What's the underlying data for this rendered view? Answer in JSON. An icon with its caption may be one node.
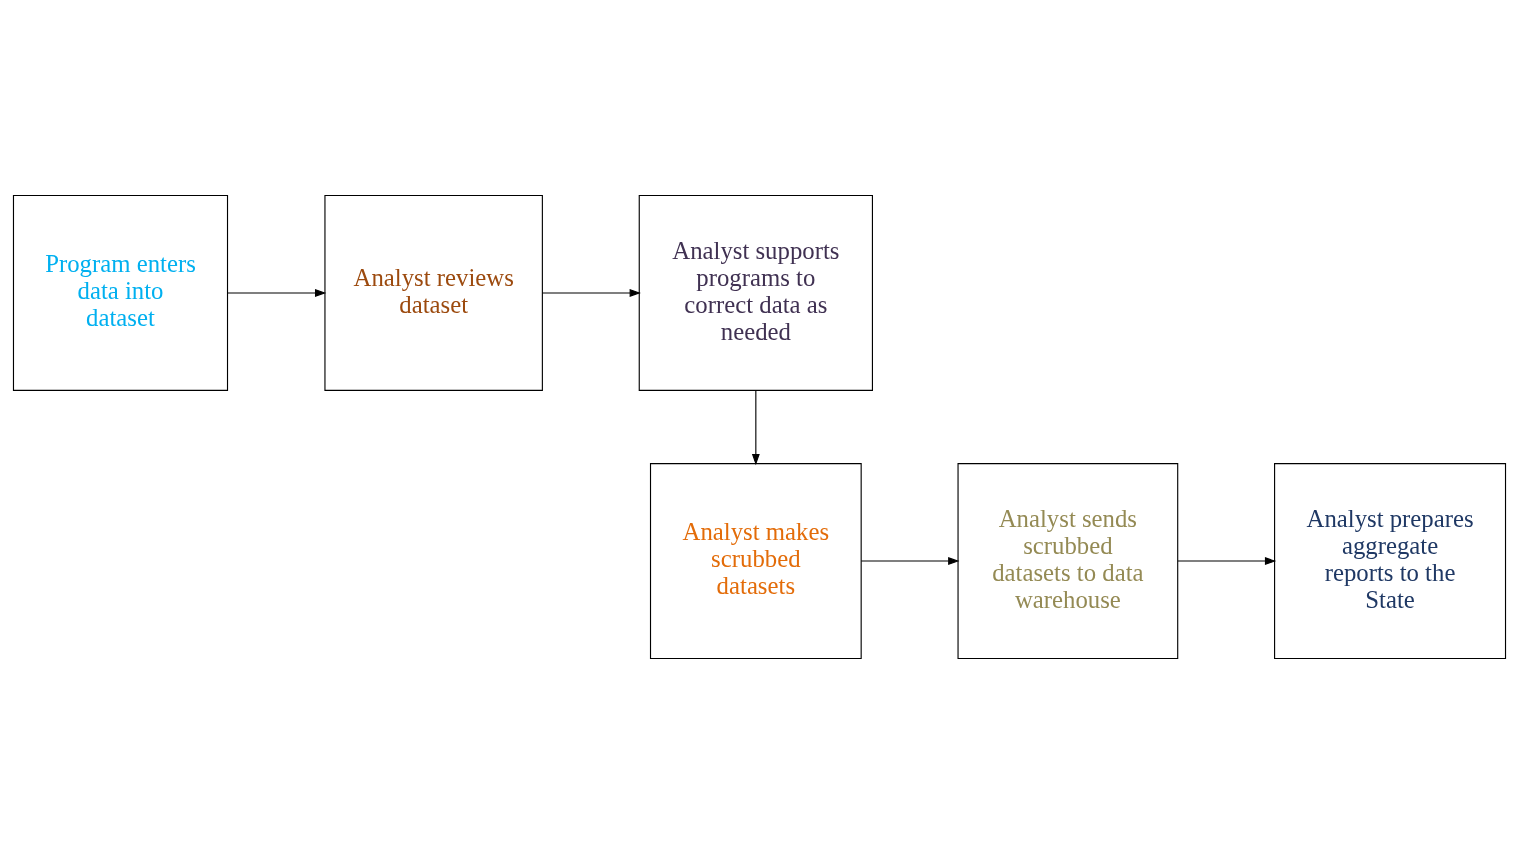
{
  "diagram": {
    "nodes": [
      {
        "text": [
          "Program enters data into dataset"
        ]
      },
      {
        "text": [
          "Analyst reviews dataset"
        ]
      },
      {
        "text": [
          "Analyst supports programs to correct data as needed"
        ]
      },
      {
        "text": [
          "Analyst makes scrubbed datasets"
        ]
      },
      {
        "text": [
          "Analyst sends scrubbed datasets to data warehouse"
        ]
      },
      {
        "text": [
          "Analyst prepares aggregate reports to the State"
        ]
      }
    ],
    "edges": [
      {
        "from": 0,
        "to": 1,
        "arrow": "to"
      },
      {
        "from": 1,
        "to": 2,
        "arrow": "to"
      },
      {
        "from": 2,
        "to": 3,
        "arrow": "to"
      },
      {
        "from": 3,
        "to": 4,
        "arrow": "to"
      },
      {
        "from": 4,
        "to": 5,
        "arrow": "to"
      }
    ]
  }
}
